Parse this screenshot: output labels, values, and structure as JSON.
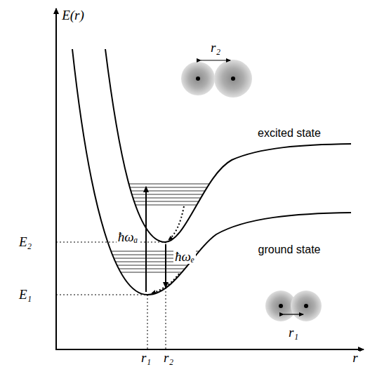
{
  "diagram": {
    "labels": [
      "E(r)",
      "r₂",
      "excited state",
      "E₂",
      "ħωₐ",
      "ħωₑ",
      "ground state",
      "r₁",
      "E₁",
      "r₁",
      "r₂",
      "r"
    ]
  }
}
